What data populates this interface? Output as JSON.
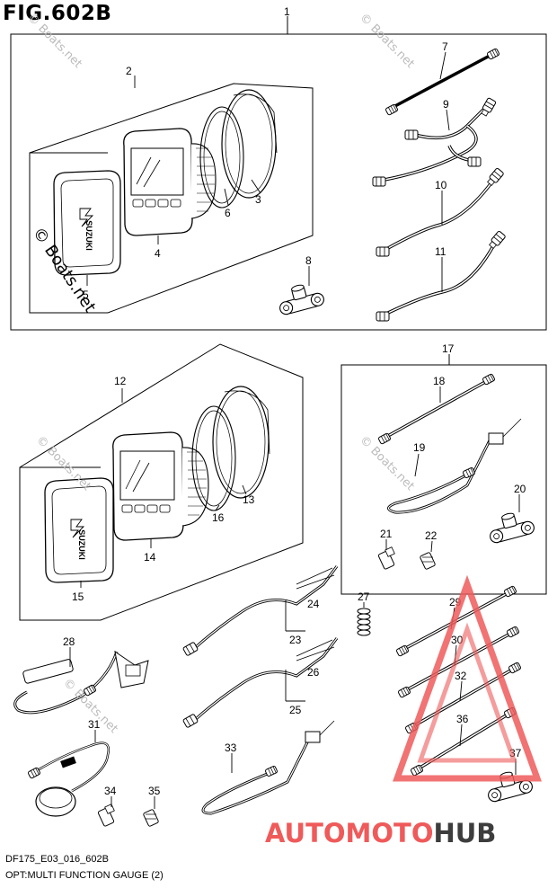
{
  "figure": {
    "title": "FIG.602B",
    "code": "DF175_E03_016_602B",
    "description": "OPT:MULTI FUNCTION GAUGE (2)"
  },
  "watermark": {
    "copyright_text": "© Boats.net",
    "faint_text": "© Boats.net"
  },
  "brand": {
    "part1": "AUTOMOTO",
    "part2": "HUB",
    "color1": "#ef5a5a",
    "color2": "#3d3d3d"
  },
  "gauge_logo_text": "SUZUKI",
  "callouts": [
    "1",
    "2",
    "3",
    "4",
    "5",
    "6",
    "7",
    "8",
    "9",
    "10",
    "11",
    "12",
    "13",
    "14",
    "15",
    "16",
    "17",
    "18",
    "19",
    "20",
    "21",
    "22",
    "23",
    "24",
    "25",
    "26",
    "27",
    "28",
    "29",
    "30",
    "31",
    "32",
    "33",
    "34",
    "35",
    "36",
    "37"
  ]
}
